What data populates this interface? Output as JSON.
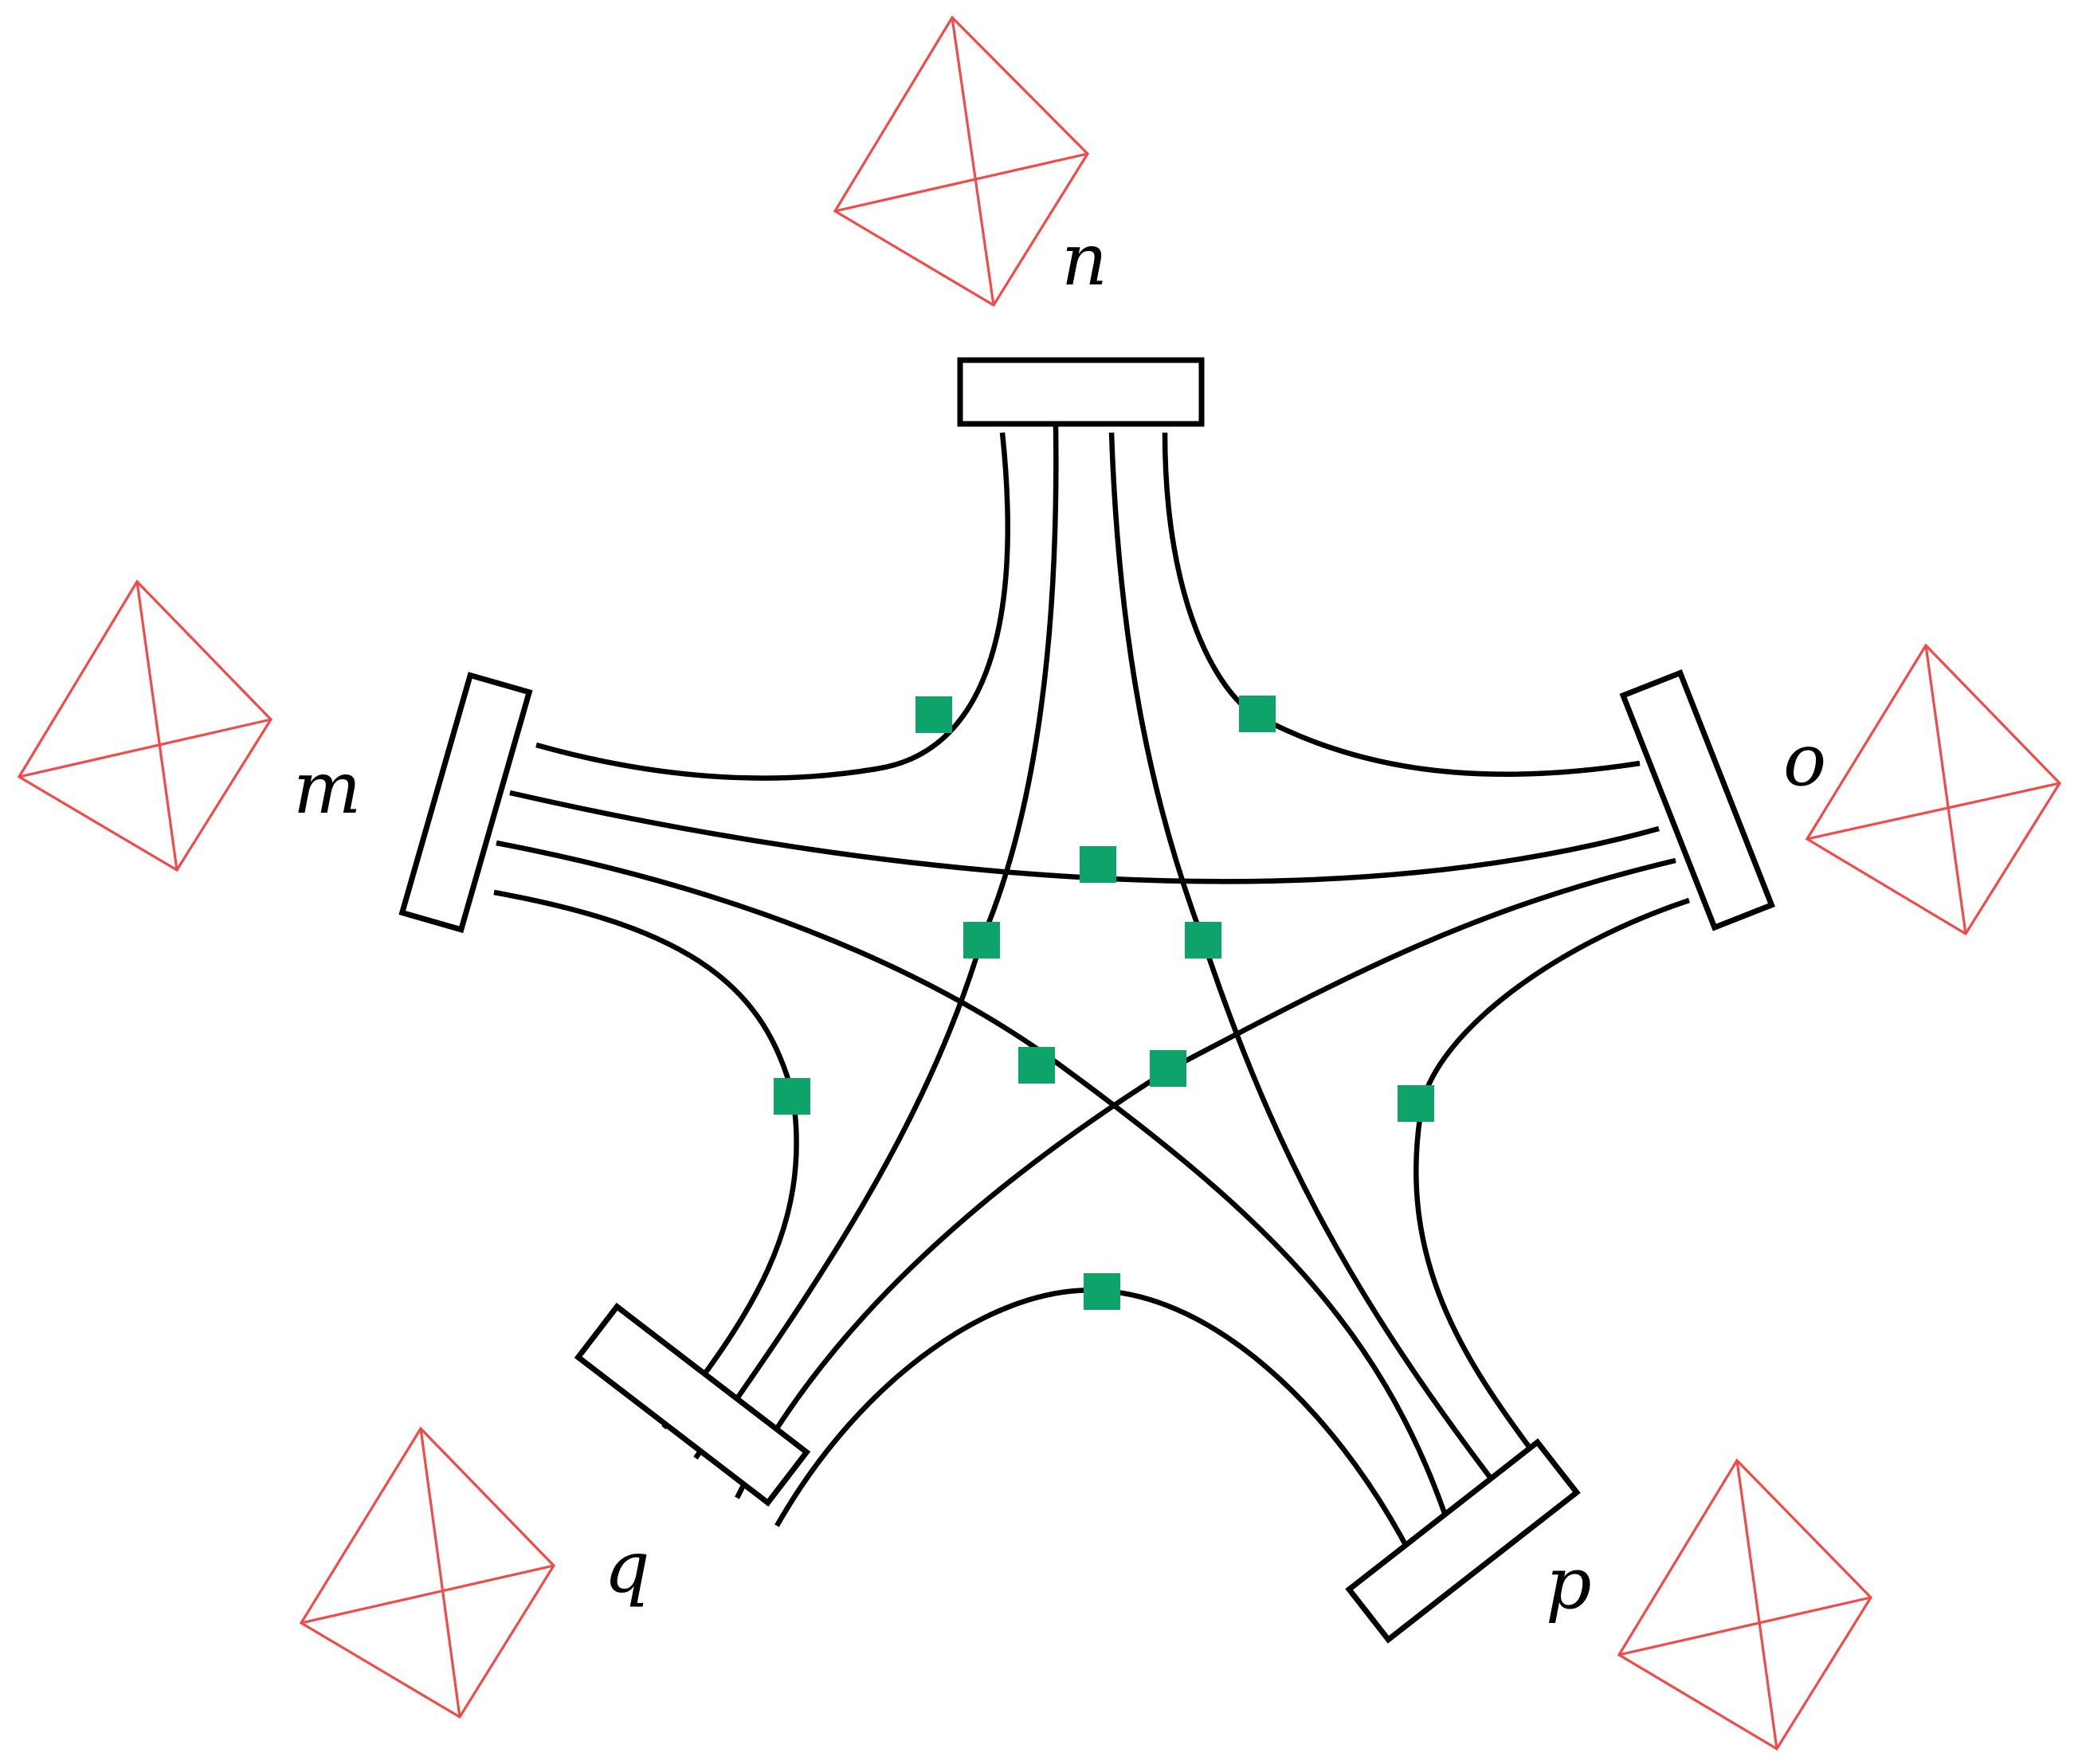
{
  "labels": {
    "n": "n",
    "o": "o",
    "m": "m",
    "q": "q",
    "p": "p"
  },
  "colors": {
    "line": "#000000",
    "marker": "#0ea36b",
    "tetrahedron": "#ef4b4b",
    "background": "#ffffff"
  }
}
